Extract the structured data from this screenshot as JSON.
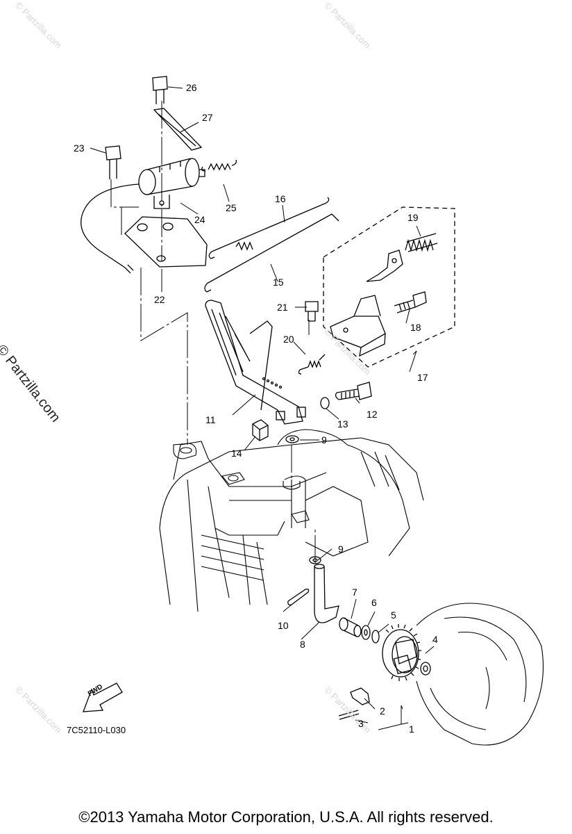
{
  "callouts": {
    "c1": "1",
    "c2": "2",
    "c3": "3",
    "c4": "4",
    "c5": "5",
    "c6": "6",
    "c7": "7",
    "c8": "8",
    "c9a": "9",
    "c9b": "9",
    "c10": "10",
    "c11": "11",
    "c12": "12",
    "c13": "13",
    "c14": "14",
    "c15": "15",
    "c16": "16",
    "c17": "17",
    "c18": "18",
    "c19": "19",
    "c20": "20",
    "c21": "21",
    "c22": "22",
    "c23": "23",
    "c24": "24",
    "c25": "25",
    "c26": "26",
    "c27": "27"
  },
  "watermark": "© Partzilla.com",
  "side_watermark": "© Partzilla.com",
  "fwd_label": "FWD",
  "diagram_code": "7C52110-L030",
  "copyright": "©2013  Yamaha Motor Corporation, U.S.A. All rights reserved."
}
